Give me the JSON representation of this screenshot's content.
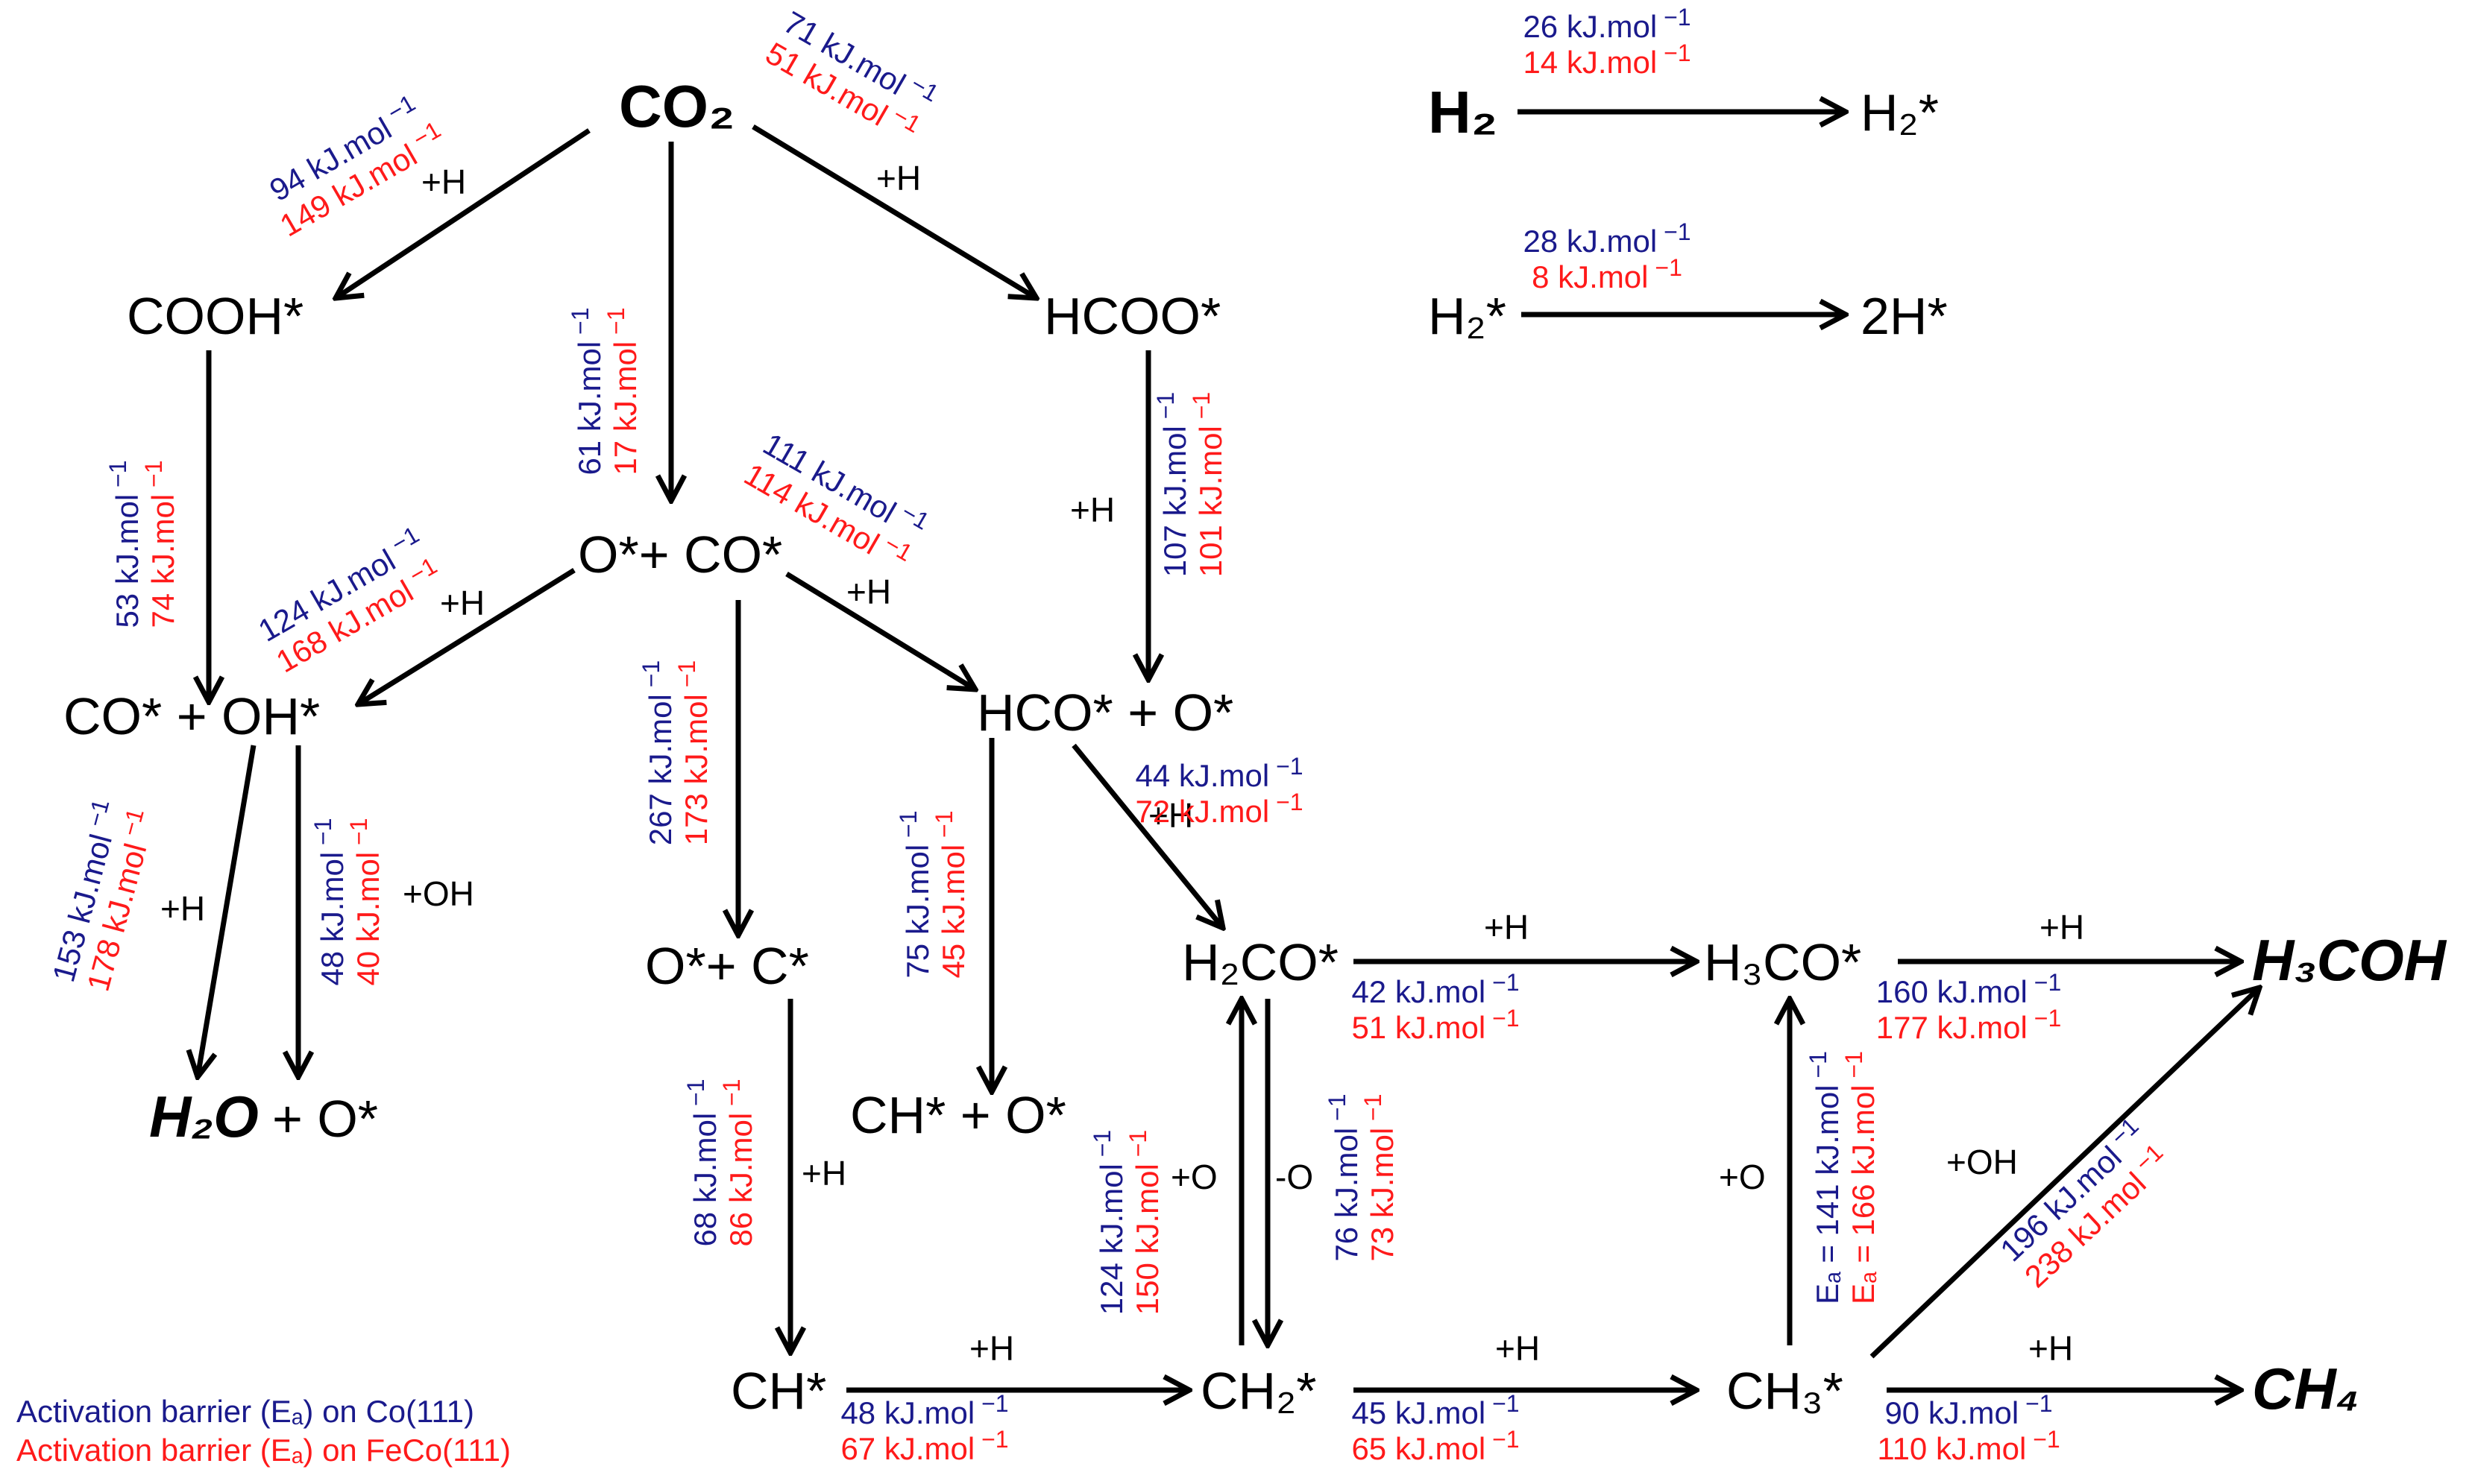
{
  "colors": {
    "co": "#1a1a8c",
    "feco": "#ff1a1a",
    "text": "#000000"
  },
  "unit_suffix": " kJ.mol",
  "unit_exp": "−1",
  "species": {
    "CO2": "CO₂",
    "H2": "H₂",
    "H2s_top": "H₂*",
    "H2s_left": "H₂*",
    "twoH": "2H*",
    "COOH": "COOH*",
    "HCOO": "HCOO*",
    "OCO": "O*+ CO*",
    "COOH_prod": "CO* + OH*",
    "HCOO_prod": "HCO* + O*",
    "OC": "O*+ C*",
    "H2O": "H₂O",
    "H2O_O": "+ O*",
    "CHO": "CH* + O*",
    "H2CO": "H₂CO*",
    "H3CO": "H₃CO*",
    "H3COH": "H₃COH",
    "CH": "CH*",
    "CH2": "CH₂*",
    "CH3": "CH₃*",
    "CH4": "CH₄"
  },
  "conditions": {
    "co2_cooh": "+H",
    "co2_hcoo": "+H",
    "oco_cooh": "+H",
    "oco_hco": "+H",
    "hcoo_hco": "+H",
    "hco_h2co": "+H",
    "cooh_h2o": "+H",
    "cooh_oh": "+OH",
    "oc_ch": "+H",
    "h2co_h3co": "+H",
    "h3co_h3coh": "+H",
    "ch3_h3coh": "+OH",
    "ch_ch2": "+H",
    "ch2_ch3": "+H",
    "ch3_ch4": "+H",
    "ch2_h2co": "+O",
    "h2co_ch2": "-O",
    "ch3_h3co": "+O"
  },
  "barriers": {
    "h2_ads": {
      "co": "26",
      "feco": "14"
    },
    "h2_diss": {
      "co": "28",
      "feco": "8"
    },
    "co2_cooh": {
      "co": "94",
      "feco": "149"
    },
    "co2_hcoo": {
      "co": "71",
      "feco": "51"
    },
    "co2_oco": {
      "co": "61",
      "feco": "17"
    },
    "cooh_prod": {
      "co": "53",
      "feco": "74"
    },
    "hcoo_prod": {
      "co": "107",
      "feco": "101"
    },
    "oco_cooh": {
      "co": "124",
      "feco": "168"
    },
    "oco_hco": {
      "co": "111",
      "feco": "114"
    },
    "oco_oc": {
      "co": "267",
      "feco": "173"
    },
    "hco_h2co": {
      "co": "44",
      "feco": "72"
    },
    "cooh_h2o": {
      "co": "153",
      "feco": "178"
    },
    "cooh_oh": {
      "co": "48",
      "feco": "40"
    },
    "hco_cho": {
      "co": "75",
      "feco": "45"
    },
    "h2co_h3co": {
      "co": "42",
      "feco": "51"
    },
    "h3co_h3coh": {
      "co": "160",
      "feco": "177"
    },
    "oc_ch": {
      "co": "68",
      "feco": "86"
    },
    "ch2_h2co": {
      "co": "124",
      "feco": "150"
    },
    "h2co_ch2": {
      "co": "76",
      "feco": "73"
    },
    "ch3_h3co": {
      "co": "Eₐ = 141",
      "feco": "Eₐ = 166"
    },
    "ch3_h3coh": {
      "co": "196",
      "feco": "238"
    },
    "ch_ch2": {
      "co": "48",
      "feco": "67"
    },
    "ch2_ch3": {
      "co": "45",
      "feco": "65"
    },
    "ch3_ch4": {
      "co": "90",
      "feco": "110"
    }
  },
  "legend": {
    "co": "Activation barrier (Eₐ) on Co(111)",
    "feco": "Activation barrier (Eₐ) on FeCo(111)"
  }
}
